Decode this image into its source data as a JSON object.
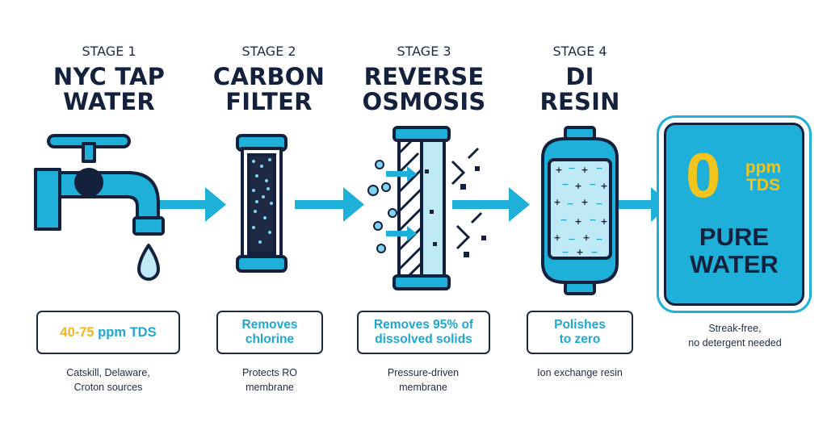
{
  "stages": [
    {
      "number": "STAGE 1",
      "title": [
        "NYC TAP",
        "WATER"
      ],
      "box": {
        "num": "40-75",
        "unit": " ppm TDS"
      },
      "caption": [
        "Catskill, Delaware,",
        "Croton sources"
      ],
      "icon": "faucet-icon"
    },
    {
      "number": "STAGE 2",
      "title": [
        "CARBON",
        "FILTER"
      ],
      "box": [
        "Removes",
        "chlorine"
      ],
      "caption": [
        "Protects RO",
        "membrane"
      ],
      "icon": "carbon-filter-icon"
    },
    {
      "number": "STAGE 3",
      "title": [
        "REVERSE",
        "OSMOSIS"
      ],
      "box": [
        "Removes 95% of",
        "dissolved solids"
      ],
      "caption": [
        "Pressure-driven",
        "membrane"
      ],
      "icon": "ro-membrane-icon"
    },
    {
      "number": "STAGE 4",
      "title": [
        "DI",
        "RESIN"
      ],
      "box": [
        "Polishes",
        "to zero"
      ],
      "caption": [
        "Ion exchange resin"
      ],
      "icon": "di-resin-tank-icon"
    }
  ],
  "result": {
    "value": "0",
    "unit": [
      "ppm",
      "TDS"
    ],
    "label": [
      "PURE",
      "WATER"
    ],
    "caption": [
      "Streak-free,",
      "no detergent needed"
    ]
  },
  "colors": {
    "navy": "#14213d",
    "accent_blue": "#1eb0d8",
    "light_blue": "#7fd3ee",
    "yellow": "#f2c51c"
  }
}
